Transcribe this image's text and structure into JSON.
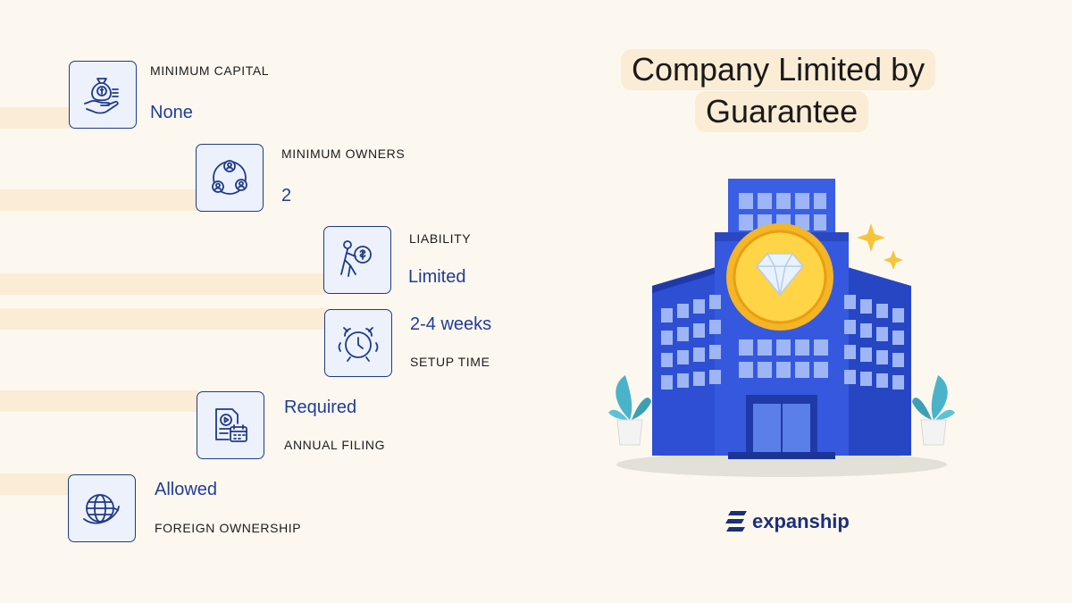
{
  "features": [
    {
      "icon": "money-bag-hand-icon",
      "label": "MINIMUM CAPITAL",
      "value": "None"
    },
    {
      "icon": "people-network-icon",
      "label": "MINIMUM OWNERS",
      "value": "2"
    },
    {
      "icon": "person-carrying-coin-icon",
      "label": "LIABILITY",
      "value": "Limited"
    },
    {
      "icon": "alarm-clock-icon",
      "label": "SETUP TIME",
      "value": "2-4 weeks"
    },
    {
      "icon": "document-calendar-icon",
      "label": "ANNUAL FILING",
      "value": "Required"
    },
    {
      "icon": "globe-icon",
      "label": "FOREIGN OWNERSHIP",
      "value": "Allowed"
    }
  ],
  "title": {
    "line1": "Company Limited by",
    "line2": "Guarantee"
  },
  "brand": {
    "name": "expanship"
  },
  "colors": {
    "accent": "#1f3c99",
    "background": "#fdf8ef",
    "band": "#fbecd6",
    "building": "#2f52d6"
  }
}
